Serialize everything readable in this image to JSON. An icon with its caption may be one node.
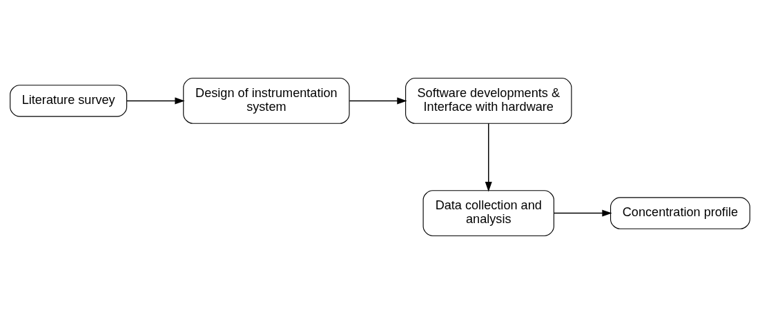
{
  "diagram": {
    "nodes": [
      {
        "text": [
          "Literature survey"
        ]
      },
      {
        "text": [
          "Design of instrumentation system"
        ]
      },
      {
        "text": [
          "Software developments & Interface with hardware"
        ]
      },
      {
        "text": [
          "Concentration profile"
        ]
      },
      {
        "text": [
          "Data collection and analysis"
        ]
      }
    ],
    "edges": [
      {
        "from": 0,
        "to": 1,
        "arrow": "to"
      },
      {
        "from": 1,
        "to": 2,
        "arrow": "to"
      },
      {
        "from": 2,
        "to": 4,
        "arrow": "to"
      },
      {
        "from": 4,
        "to": 3,
        "arrow": "to"
      }
    ]
  }
}
